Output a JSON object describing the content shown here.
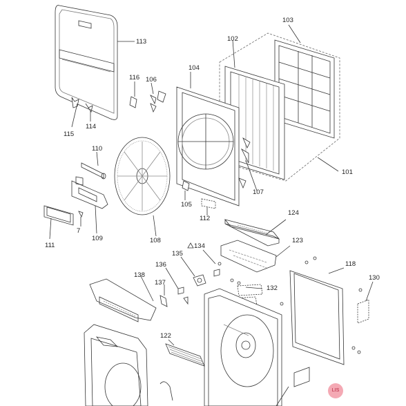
{
  "diagram": {
    "callouts": {
      "c113": "113",
      "c103": "103",
      "c102": "102",
      "c104": "104",
      "c116": "116",
      "c106": "106",
      "c115": "115",
      "c114": "114",
      "c110": "110",
      "c101": "101",
      "c107": "107",
      "c105": "105",
      "c112": "112",
      "c124": "124",
      "c111": "111",
      "c7": "7",
      "c109": "109",
      "c108": "108",
      "c123": "123",
      "c134": "134",
      "c135": "135",
      "c136": "136",
      "c118": "118",
      "c138": "138",
      "c137": "137",
      "c132": "132",
      "c130": "130",
      "c122": "122"
    },
    "badge_text": "LIS",
    "colors": {
      "line": "#333333",
      "dash": "#666666",
      "badge": "#f4a9b4"
    }
  }
}
